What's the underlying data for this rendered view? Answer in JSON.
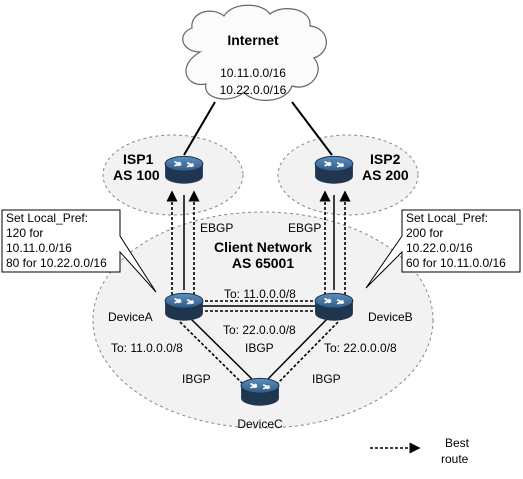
{
  "internet": {
    "title": "Internet",
    "prefixes": [
      "10.11.0.0/16",
      "10.22.0.0/16"
    ]
  },
  "isp1": {
    "name": "ISP1",
    "as": "AS 100"
  },
  "isp2": {
    "name": "ISP2",
    "as": "AS 200"
  },
  "client_network": {
    "name": "Client Network",
    "as": "AS 65001"
  },
  "devices": {
    "a": "DeviceA",
    "b": "DeviceB",
    "c": "DeviceC"
  },
  "links": {
    "ebgp_left": "EBGP",
    "ebgp_right": "EBGP",
    "ibgp_ab": "IBGP",
    "ibgp_ac": "IBGP",
    "ibgp_bc": "IBGP"
  },
  "route_labels": {
    "ab_top": "To: 11.0.0.0/8",
    "ab_bottom": "To: 22.0.0.0/8",
    "ac": "To: 11.0.0.0/8",
    "bc": "To: 22.0.0.0/8"
  },
  "callout_left": [
    "Set Local_Pref:",
    "120 for",
    "10.11.0.0/16",
    "80 for 10.22.0.0/16"
  ],
  "callout_right": [
    "Set Local_Pref:",
    "200 for",
    "10.22.0.0/16",
    "60 for 10.11.0.0/16"
  ],
  "legend": {
    "line1": "Best",
    "line2": "route"
  },
  "colors": {
    "router_dark": "#1f3550",
    "router_mid": "#3a6a95",
    "zone_fill": "#f2f2f2"
  }
}
